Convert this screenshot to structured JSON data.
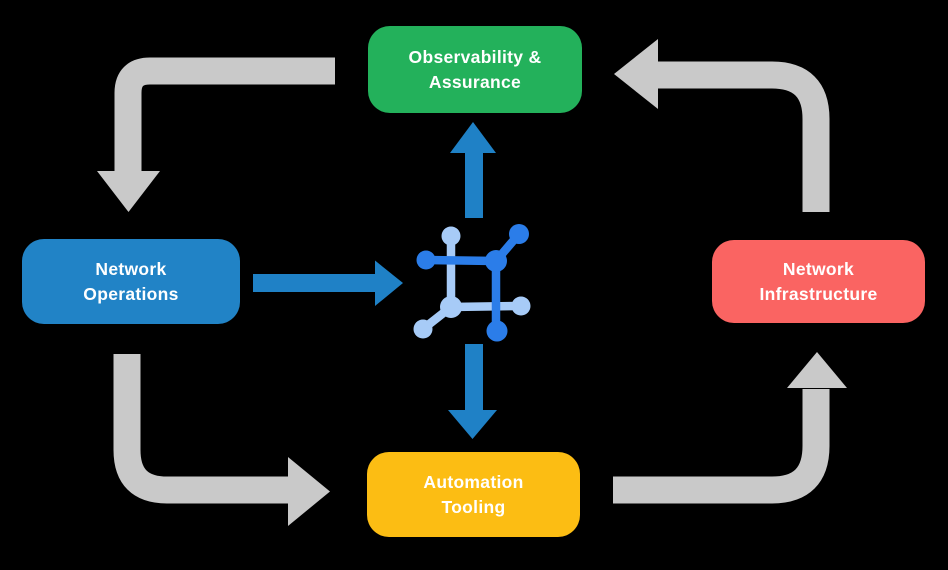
{
  "canvas": {
    "background": "#000000"
  },
  "nodes": {
    "observability": {
      "label": "Observability &\nAssurance",
      "color": "#23B15B",
      "text_color": "#FFFFFF"
    },
    "operations": {
      "label": "Network\nOperations",
      "color": "#2183C6",
      "text_color": "#FFFFFF"
    },
    "infrastructure": {
      "label": "Network\nInfrastructure",
      "color": "#FA6462",
      "text_color": "#FFFFFF"
    },
    "automation": {
      "label": "Automation\nTooling",
      "color": "#FCBD13",
      "text_color": "#FFFFFF"
    }
  },
  "arrows": {
    "cycle_color": "#C9C9C9",
    "flow_color": "#1F81C6"
  },
  "icon": {
    "name": "network-mesh-icon",
    "primary": "#2B7DE9",
    "secondary": "#A7CBF7"
  },
  "edges": {
    "cycle": [
      {
        "from": "observability",
        "to": "operations"
      },
      {
        "from": "operations",
        "to": "automation"
      },
      {
        "from": "automation",
        "to": "infrastructure"
      },
      {
        "from": "infrastructure",
        "to": "observability"
      }
    ],
    "flows": [
      {
        "from": "operations",
        "to": "center-icon"
      },
      {
        "from": "center-icon",
        "to": "observability"
      },
      {
        "from": "center-icon",
        "to": "automation"
      }
    ]
  }
}
